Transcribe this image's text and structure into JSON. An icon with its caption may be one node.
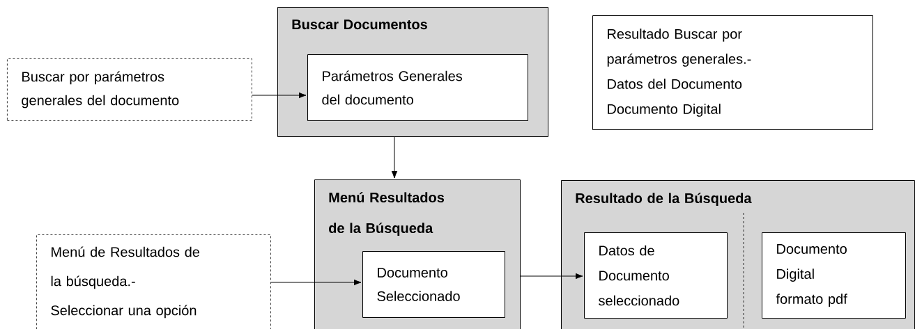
{
  "diagram": {
    "nodes": [
      {
        "text": [
          "Buscar Documentos"
        ]
      },
      {
        "text": [
          "Parámetros Generales del documento"
        ],
        "in": 0
      },
      {
        "text": [
          "Resultado Buscar por parámetros generales.- Datos del Documento Documento Digital"
        ]
      },
      {
        "text": [
          "Buscar por parámetros generales del documento"
        ]
      },
      {
        "text": [
          "Menú Resultados de la Búsqueda"
        ]
      },
      {
        "text": [
          "Documento Seleccionado"
        ],
        "in": 4
      },
      {
        "text": [
          "Resultado de la Búsqueda"
        ]
      },
      {
        "text": [
          "Datos de Documento seleccionado"
        ],
        "in": 6
      },
      {
        "text": [
          "Documento Digital formato pdf"
        ],
        "in": 6
      },
      {
        "text": [
          "Menú de Resultados de la búsqueda.- Seleccionar una opción"
        ]
      }
    ],
    "edges": [
      {
        "from": 3,
        "to": 1,
        "arrow": "to"
      },
      {
        "from": 0,
        "to": 4,
        "arrow": "to"
      },
      {
        "from": 9,
        "to": 5,
        "arrow": "to"
      },
      {
        "from": 4,
        "to": 7,
        "arrow": "to"
      }
    ]
  }
}
